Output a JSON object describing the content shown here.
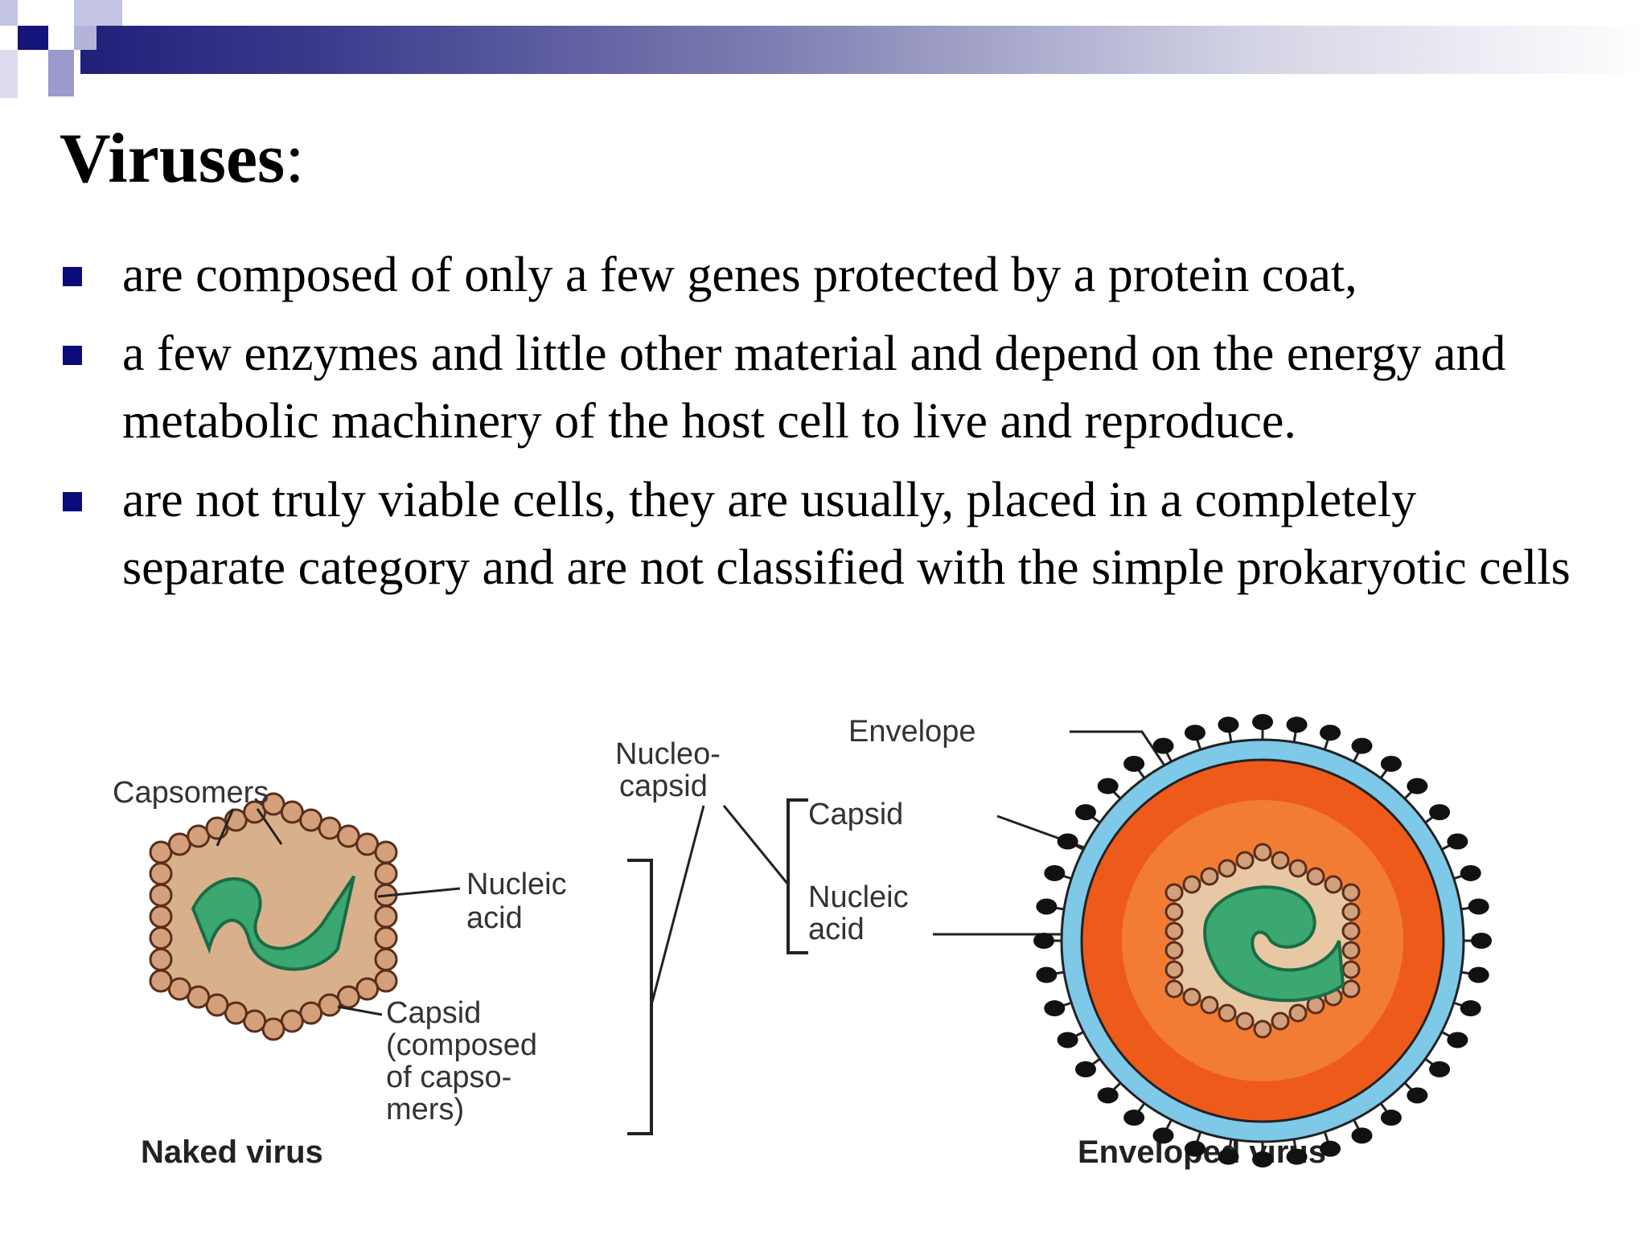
{
  "slide": {
    "title": "Viruses",
    "title_suffix": ":",
    "bullets": [
      "are composed of only a few genes protected by a protein coat,",
      "a few enzymes and little other material and depend on the energy and metabolic machinery of the host cell to live and reproduce.",
      "are not truly viable cells, they are usually, placed in a completely separate category and are not classified with the simple prokaryotic cells"
    ],
    "accent_color": "#1a1a80"
  },
  "diagram": {
    "naked": {
      "capsomers_label": "Capsomers",
      "nucleic_acid_label": [
        "Nucleic",
        "acid"
      ],
      "capsid_label": [
        "Capsid",
        "(composed",
        "of capso-",
        "mers)"
      ],
      "caption": "Naked virus"
    },
    "nucleocapsid_label": [
      "Nucleo-",
      "capsid"
    ],
    "enveloped": {
      "envelope_label": "Envelope",
      "capsid_label": "Capsid",
      "nucleic_acid_label": [
        "Nucleic",
        "acid"
      ],
      "caption": "Enveloped virus"
    },
    "colors": {
      "capsomer": "#b07050",
      "nucleic_acid": "#3aa870",
      "envelope_membrane": "#7ec8e8",
      "envelope_interior": "#ee5a1a",
      "spike": "#111111",
      "capsid_fill": "#e8c7a4"
    }
  }
}
